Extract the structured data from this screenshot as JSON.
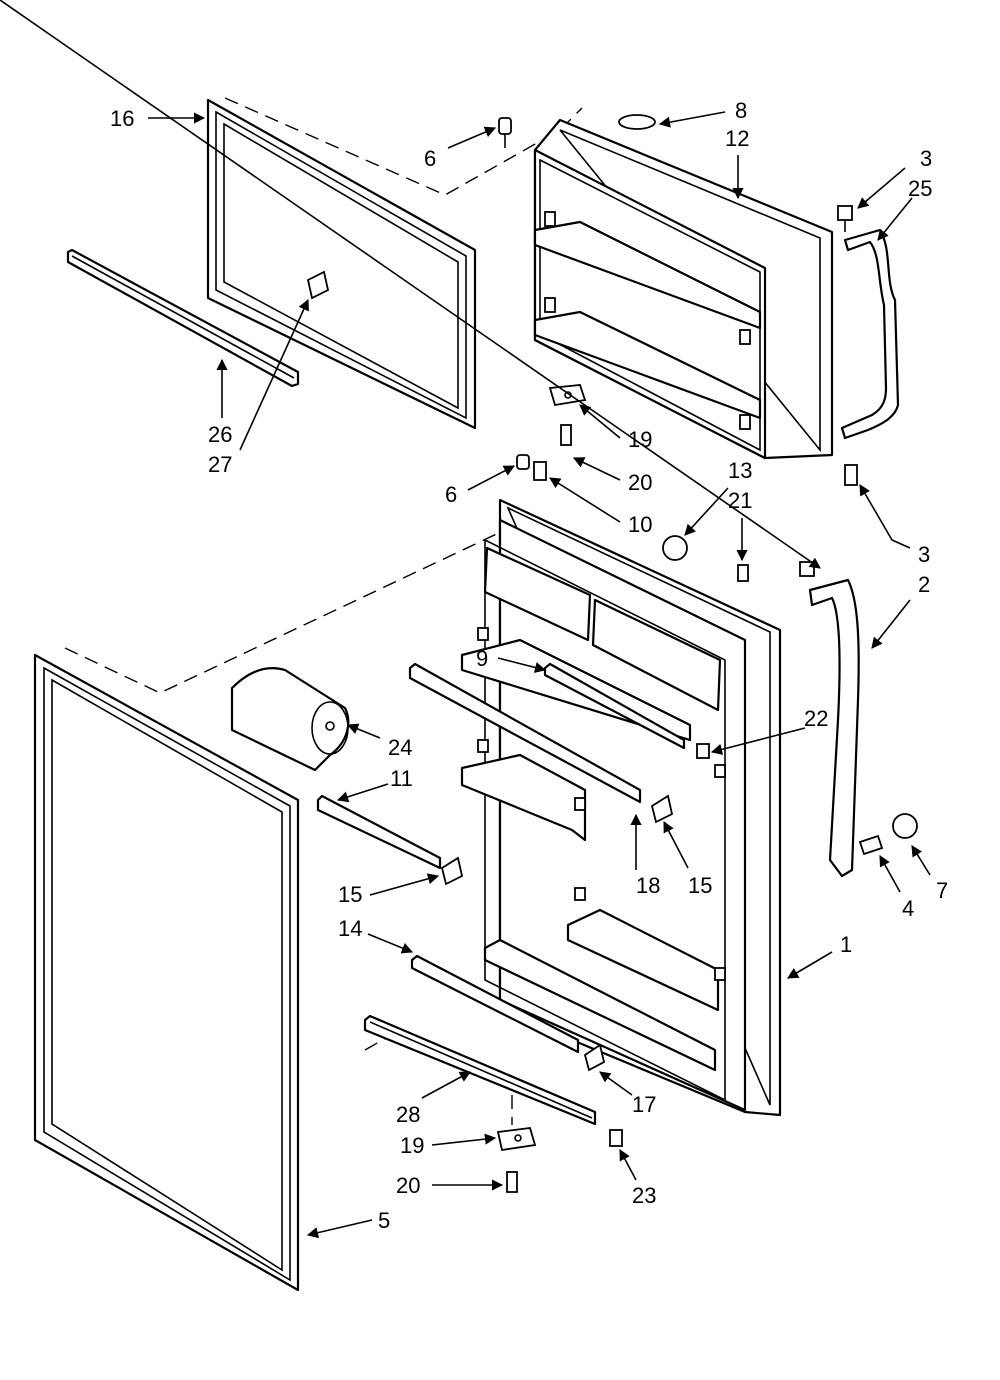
{
  "diagram": {
    "line_color": "#000000",
    "background": "#ffffff",
    "callouts": {
      "c16": "16",
      "c6a": "6",
      "c8": "8",
      "c12": "12",
      "c3a": "3",
      "c25": "25",
      "c26": "26",
      "c27": "27",
      "c19a": "19",
      "c20a": "20",
      "c6b": "6",
      "c10": "10",
      "c13": "13",
      "c21": "21",
      "c3b": "3",
      "c2": "2",
      "c9": "9",
      "c22": "22",
      "c24": "24",
      "c11": "11",
      "c15a": "15",
      "c18": "18",
      "c15b": "15",
      "c14": "14",
      "c1": "1",
      "c4": "4",
      "c7": "7",
      "c28": "28",
      "c17": "17",
      "c19b": "19",
      "c20b": "20",
      "c23": "23",
      "c5": "5"
    }
  }
}
